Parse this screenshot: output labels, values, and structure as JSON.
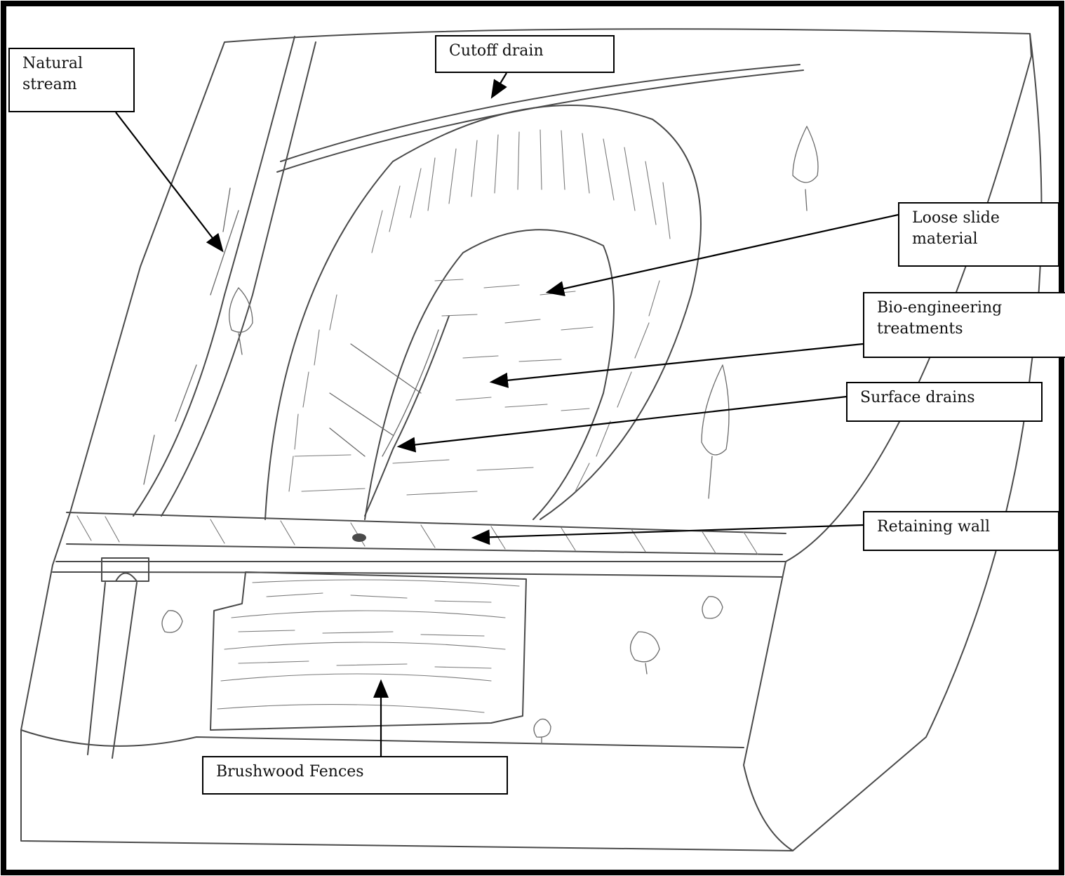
{
  "labels": {
    "natural_stream": "Natural\nstream",
    "cutoff_drain": "Cutoff drain",
    "loose_slide": "Loose slide\nmaterial",
    "bio_engineering": "Bio-engineering\ntreatments",
    "surface_drains": "Surface drains",
    "retaining_wall": "Retaining wall",
    "brushwood_fences": "Brushwood Fences"
  },
  "colors": {
    "ink": "#4a4a4a",
    "label_border": "#000000",
    "background": "#ffffff"
  }
}
